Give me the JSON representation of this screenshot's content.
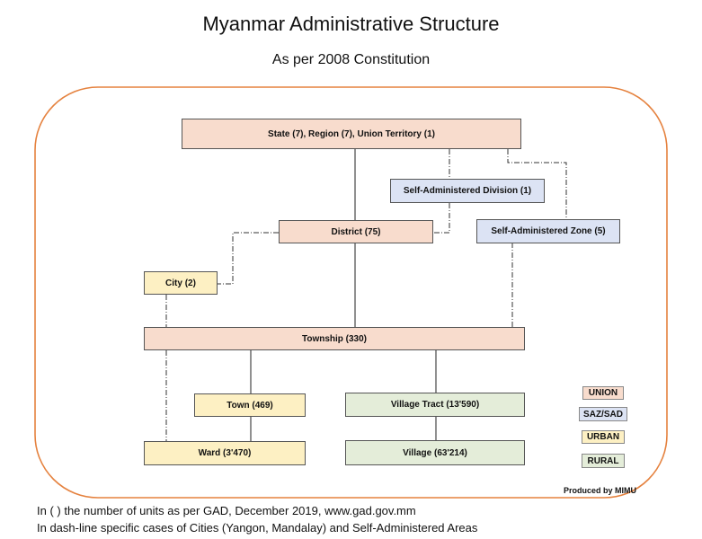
{
  "title": "Myanmar Administrative Structure",
  "subtitle": "As per 2008 Constitution",
  "nodes": {
    "state": "State (7), Region (7), Union Territory (1)",
    "sad": "Self-Administered Division (1)",
    "district": "District (75)",
    "saz": "Self-Administered Zone (5)",
    "city": "City (2)",
    "township": "Township (330)",
    "town": "Town (469)",
    "village_tract": "Village Tract (13'590)",
    "ward": "Ward (3'470)",
    "village": "Village (63'214)"
  },
  "legend": {
    "union": "UNION",
    "saz_sad": "SAZ/SAD",
    "urban": "URBAN",
    "rural": "RURAL"
  },
  "colors": {
    "union": "#f8dccd",
    "saz_sad": "#dce3f4",
    "urban": "#fdf0c3",
    "rural": "#e4edd9",
    "frame": "#e5823f"
  },
  "credit": "Produced by MIMU",
  "footnotes": {
    "line1": "In ( ) the number of units as per GAD, December 2019, www.gad.gov.mm",
    "line2": "In dash-line specific cases of Cities (Yangon, Mandalay) and Self-Administered Areas"
  }
}
